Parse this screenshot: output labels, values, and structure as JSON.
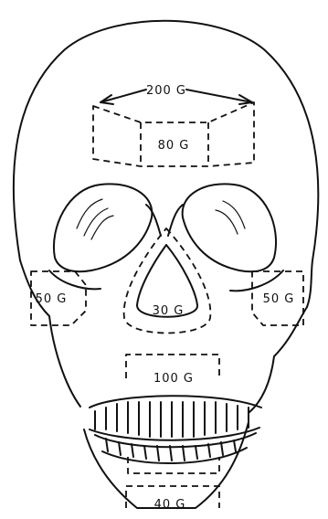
{
  "regions": [
    {
      "id": "frontal",
      "label": "200 G"
    },
    {
      "id": "frontal-central",
      "label": "80 G"
    },
    {
      "id": "zygoma-left",
      "label": "50 G"
    },
    {
      "id": "zygoma-right",
      "label": "50 G"
    },
    {
      "id": "nasal",
      "label": "30 G"
    },
    {
      "id": "maxilla",
      "label": "100 G"
    },
    {
      "id": "mandible",
      "label": "40 G"
    }
  ],
  "colors": {
    "line": "#111111",
    "background": "#ffffff"
  }
}
